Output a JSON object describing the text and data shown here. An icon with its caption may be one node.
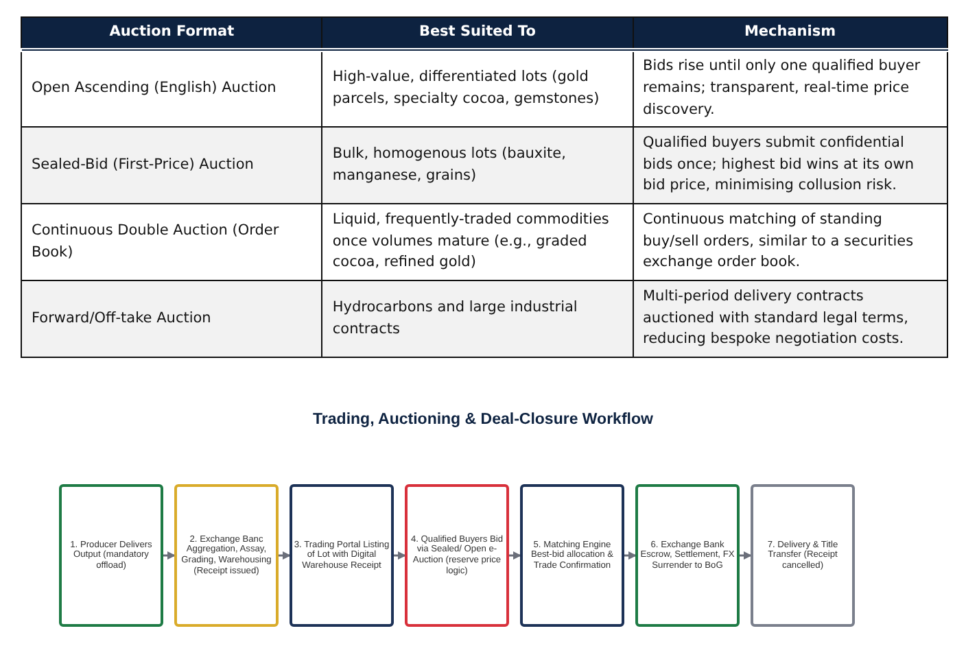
{
  "diagram": {
    "title": "Trading, Auctioning & Deal-Closure Workflow",
    "nodes": [
      {
        "text": [
          "1. Producer Delivers Output (mandatory offload)"
        ]
      },
      {
        "text": [
          "2. Exchange Banc Aggregation, Assay, Grading, Warehousing (Receipt issued)"
        ]
      },
      {
        "text": [
          "3. Trading Portal Listing of Lot with Digital Warehouse Receipt"
        ]
      },
      {
        "text": [
          "4. Qualified Buyers Bid via Sealed/ Open e-Auction (reserve price logic)"
        ]
      },
      {
        "text": [
          "5. Matching Engine Best-bid allocation & Trade Confirmation"
        ]
      },
      {
        "text": [
          "6. Exchange Bank Escrow, Settlement, FX Surrender to BoG"
        ]
      },
      {
        "text": [
          "7. Delivery & Title Transfer (Receipt cancelled)"
        ]
      }
    ],
    "edges": [
      {
        "from": 0,
        "to": 1,
        "arrow": "to"
      },
      {
        "from": 1,
        "to": 2,
        "arrow": "to"
      },
      {
        "from": 2,
        "to": 3,
        "arrow": "to"
      },
      {
        "from": 3,
        "to": 4,
        "arrow": "to"
      },
      {
        "from": 4,
        "to": 5,
        "arrow": "to"
      },
      {
        "from": 5,
        "to": 6,
        "arrow": "to"
      }
    ],
    "labels": [
      "Auction Format",
      "Best Suited To",
      "Mechanism",
      "Open Ascending (English) Auction",
      "High-value, differentiated lots (gold parcels, specialty cocoa, gemstones)",
      "Bids rise until only one qualified buyer remains; transparent, real-time price discovery.",
      "Sealed-Bid (First-Price) Auction",
      "Bulk, homogenous lots (bauxite, manganese, grains)",
      "Qualified buyers submit confidential bids once; highest bid wins at its own bid price, minimising collusion risk.",
      "Continuous Double Auction (Order Book)",
      "Liquid, frequently-traded commodities once volumes mature (e.g., graded cocoa, refined gold)",
      "Continuous matching of standing buy/sell orders, similar to a securities exchange order book.",
      "Forward/Off-take Auction",
      "Hydrocarbons and large industrial contracts",
      "Multi-period delivery contracts auctioned with standard legal terms, reducing bespoke negotiation costs."
    ]
  }
}
